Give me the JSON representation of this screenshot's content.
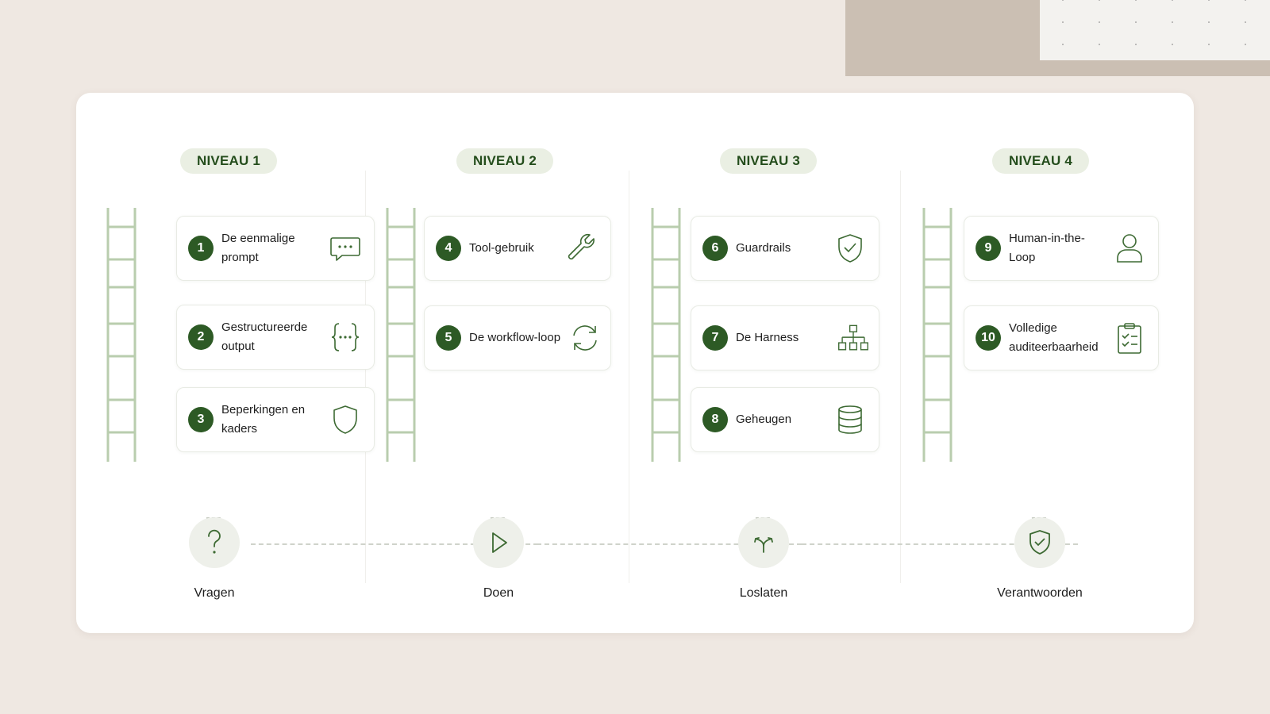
{
  "levels": [
    {
      "badge": "NIVEAU 1",
      "steps": [
        {
          "num": "1",
          "label": "De eenmalige prompt",
          "icon": "chat-bubble-icon"
        },
        {
          "num": "2",
          "label": "Gestructureerde output",
          "icon": "curly-braces-icon"
        },
        {
          "num": "3",
          "label": "Beperkingen en kaders",
          "icon": "shield-icon"
        }
      ]
    },
    {
      "badge": "NIVEAU 2",
      "steps": [
        {
          "num": "4",
          "label": "Tool-gebruik",
          "icon": "wrench-icon"
        },
        {
          "num": "5",
          "label": "De workflow-loop",
          "icon": "refresh-loop-icon"
        }
      ]
    },
    {
      "badge": "NIVEAU 3",
      "steps": [
        {
          "num": "6",
          "label": "Guardrails",
          "icon": "shield-check-icon"
        },
        {
          "num": "7",
          "label": "De Harness",
          "icon": "hierarchy-icon"
        },
        {
          "num": "8",
          "label": "Geheugen",
          "icon": "database-icon"
        }
      ]
    },
    {
      "badge": "NIVEAU 4",
      "steps": [
        {
          "num": "9",
          "label": "Human-in-the-Loop",
          "icon": "person-icon"
        },
        {
          "num": "10",
          "label": "Volledige auditeerbaarheid",
          "icon": "clipboard-checklist-icon"
        }
      ]
    }
  ],
  "flow": [
    {
      "label": "Vragen",
      "icon": "question-icon"
    },
    {
      "label": "Doen",
      "icon": "play-icon"
    },
    {
      "label": "Loslaten",
      "icon": "branch-arrows-icon"
    },
    {
      "label": "Verantwoorden",
      "icon": "shield-check-icon"
    }
  ],
  "colors": {
    "accent": "#2d5a25",
    "badge_bg": "#eaefe3",
    "ladder": "#b9cdae",
    "background": "#efe8e2"
  }
}
